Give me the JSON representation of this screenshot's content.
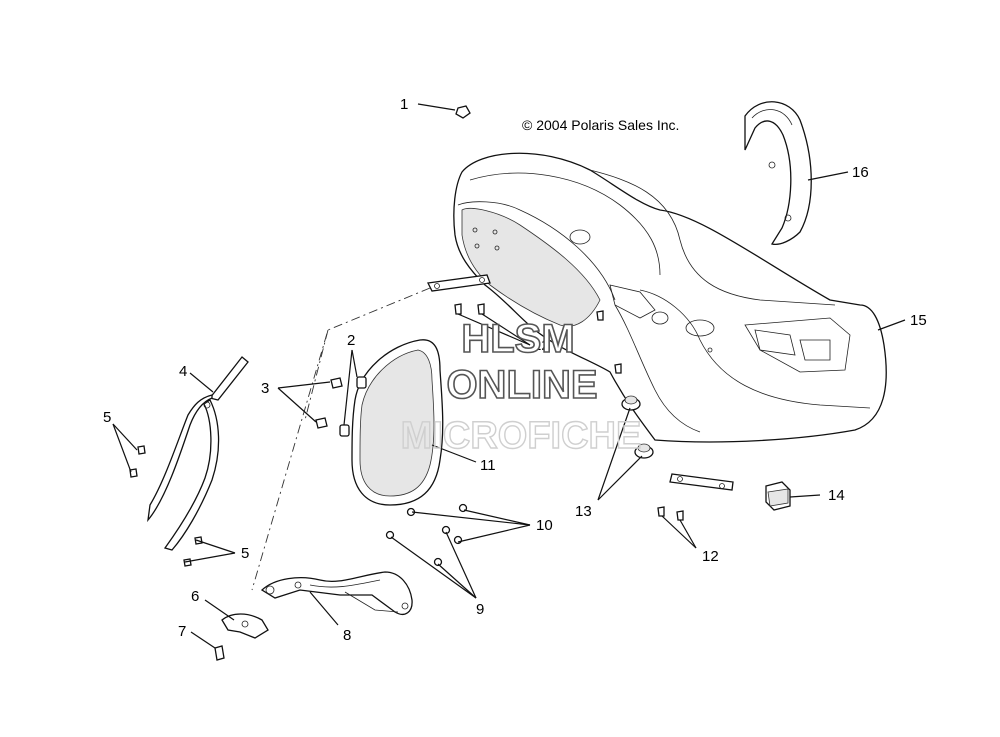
{
  "copyright": "© 2004 Polaris Sales Inc.",
  "watermark": {
    "line1": "HLSM",
    "line2": "ONLINE",
    "line3": "MICROFICHE"
  },
  "callouts": [
    {
      "id": "1",
      "label": "1"
    },
    {
      "id": "2",
      "label": "2"
    },
    {
      "id": "3",
      "label": "3"
    },
    {
      "id": "4",
      "label": "4"
    },
    {
      "id": "5a",
      "label": "5"
    },
    {
      "id": "5b",
      "label": "5"
    },
    {
      "id": "6",
      "label": "6"
    },
    {
      "id": "7",
      "label": "7"
    },
    {
      "id": "8",
      "label": "8"
    },
    {
      "id": "9",
      "label": "9"
    },
    {
      "id": "10",
      "label": "10"
    },
    {
      "id": "11",
      "label": "11"
    },
    {
      "id": "12a",
      "label": "12"
    },
    {
      "id": "12b",
      "label": "12"
    },
    {
      "id": "13",
      "label": "13"
    },
    {
      "id": "14",
      "label": "14"
    },
    {
      "id": "15",
      "label": "15"
    },
    {
      "id": "16",
      "label": "16"
    }
  ]
}
